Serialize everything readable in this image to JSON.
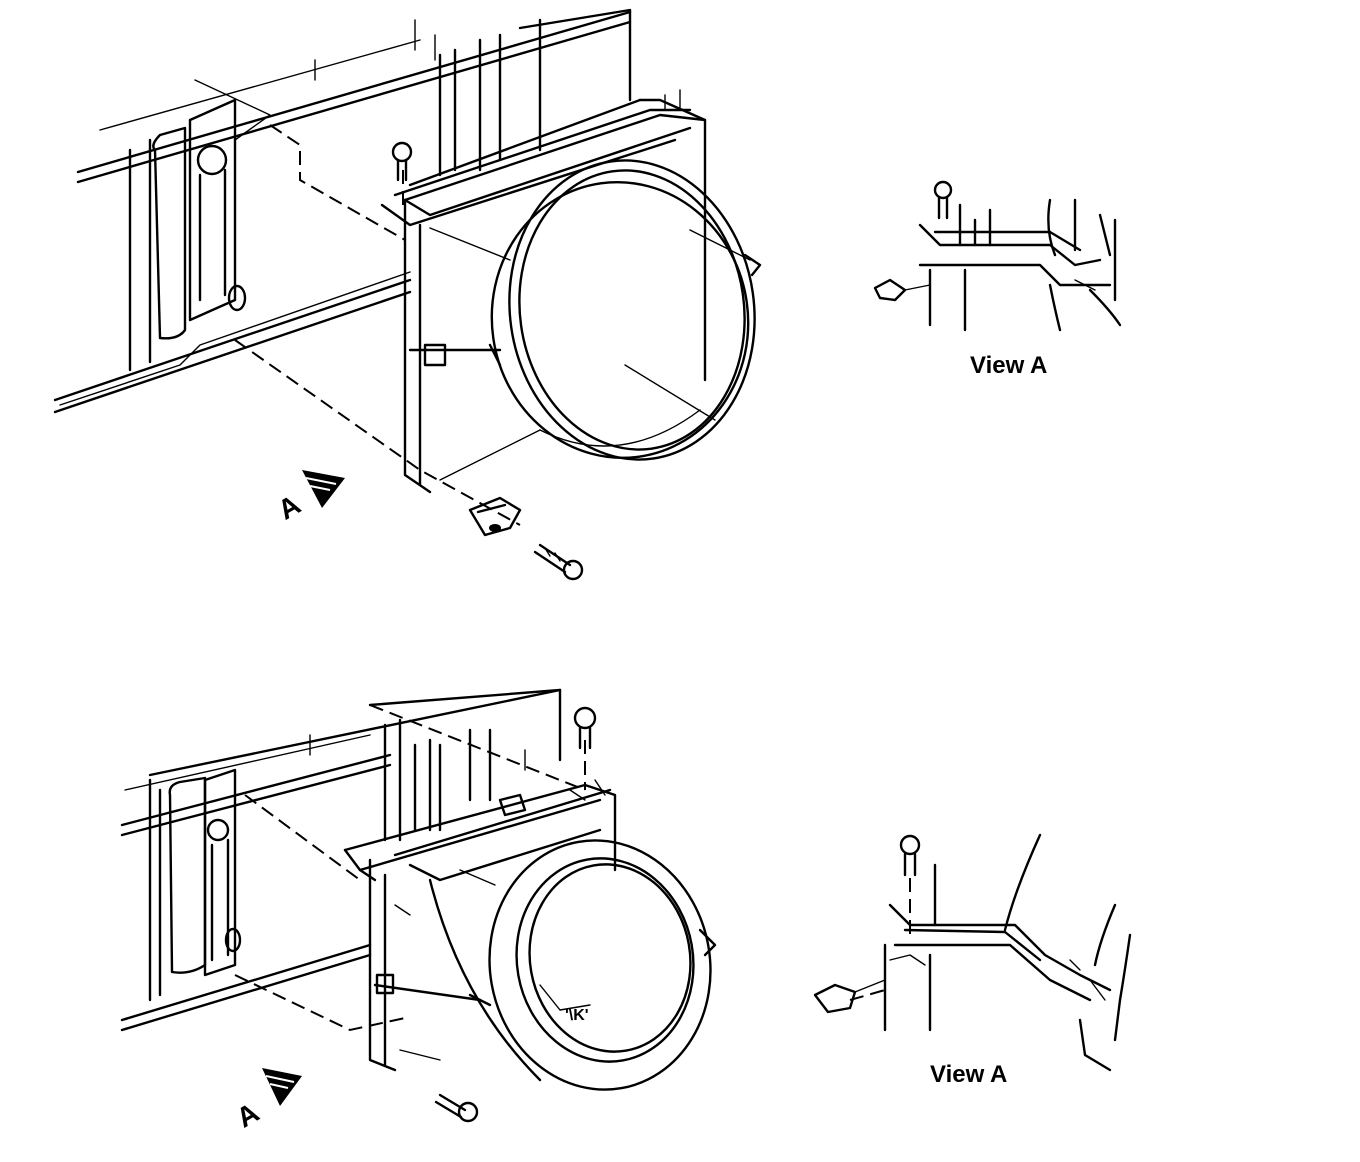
{
  "figure": {
    "upper": {
      "view_arrow_label": "A",
      "detail_caption": "View A"
    },
    "lower": {
      "view_arrow_label": "A",
      "detail_caption": "View A"
    }
  }
}
